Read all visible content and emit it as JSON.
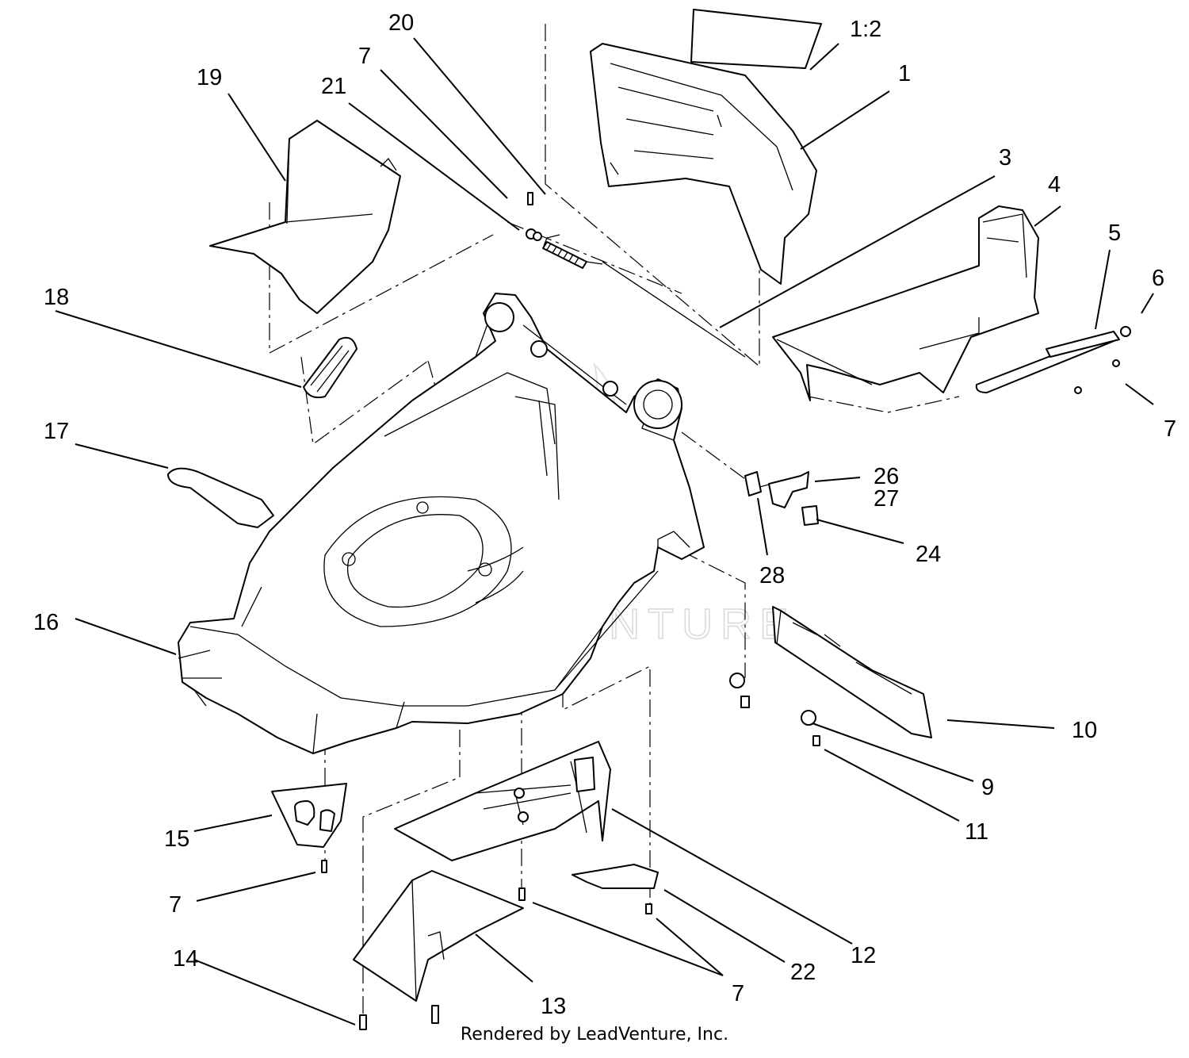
{
  "watermark": "LEADVENTURE",
  "credit": "Rendered by LeadVenture, Inc.",
  "callouts": [
    {
      "id": "c1_2",
      "text": "1:2"
    },
    {
      "id": "c1",
      "text": "1"
    },
    {
      "id": "c3",
      "text": "3"
    },
    {
      "id": "c4",
      "text": "4"
    },
    {
      "id": "c5",
      "text": "5"
    },
    {
      "id": "c6",
      "text": "6"
    },
    {
      "id": "c7a",
      "text": "7"
    },
    {
      "id": "c7b",
      "text": "7"
    },
    {
      "id": "c7c",
      "text": "7"
    },
    {
      "id": "c7d",
      "text": "7"
    },
    {
      "id": "c9",
      "text": "9"
    },
    {
      "id": "c10",
      "text": "10"
    },
    {
      "id": "c11",
      "text": "11"
    },
    {
      "id": "c12",
      "text": "12"
    },
    {
      "id": "c13",
      "text": "13"
    },
    {
      "id": "c14",
      "text": "14"
    },
    {
      "id": "c15",
      "text": "15"
    },
    {
      "id": "c16",
      "text": "16"
    },
    {
      "id": "c17",
      "text": "17"
    },
    {
      "id": "c18",
      "text": "18"
    },
    {
      "id": "c19",
      "text": "19"
    },
    {
      "id": "c20",
      "text": "20"
    },
    {
      "id": "c21",
      "text": "21"
    },
    {
      "id": "c22",
      "text": "22"
    },
    {
      "id": "c24",
      "text": "24"
    },
    {
      "id": "c26",
      "text": "26"
    },
    {
      "id": "c27",
      "text": "27"
    },
    {
      "id": "c28",
      "text": "28"
    }
  ]
}
